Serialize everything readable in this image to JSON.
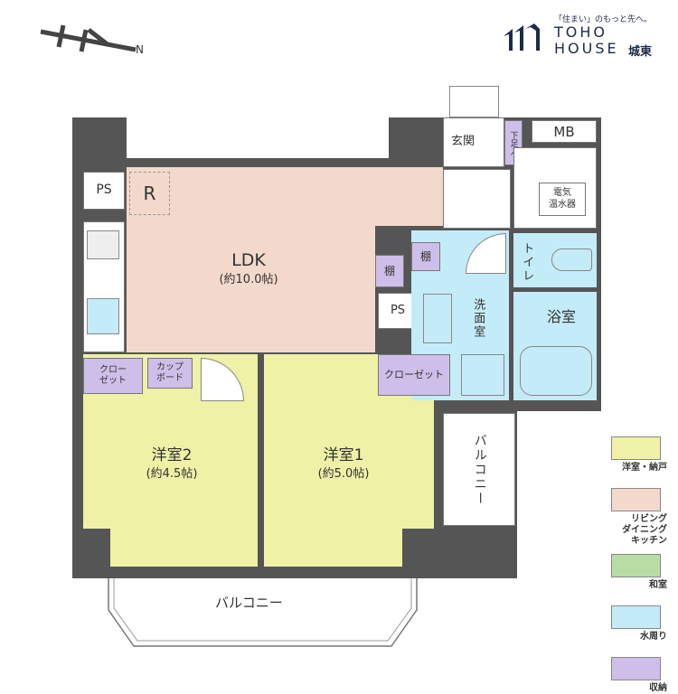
{
  "logo": {
    "tagline": "「住まい」のもっと先へ。",
    "name_line1": "TOHO",
    "name_line2": "HOUSE",
    "branch": "城東"
  },
  "compass": {
    "label": "N"
  },
  "rooms": {
    "ldk": {
      "name": "LDK",
      "size": "(約10.0帖)"
    },
    "r_mark": "R",
    "ps1": "PS",
    "ps2": "PS",
    "western2": {
      "name": "洋室2",
      "size": "(約4.5帖)"
    },
    "western1": {
      "name": "洋室1",
      "size": "(約5.0帖)"
    },
    "closet_left": "クロー\nゼット",
    "cupboard": "カップ\nボード",
    "closet_right": "クローゼット",
    "shelf1": "棚",
    "shelf2": "棚",
    "entrance": "玄関",
    "shoe_box": "下足入",
    "mb": "MB",
    "water_heater": "電気\n温水器",
    "toilet": "トイレ",
    "washroom": "洗面室",
    "bathroom": "浴室",
    "balcony_bottom": "バルコニー",
    "balcony_right": "バルコニー"
  },
  "legend": [
    {
      "label": "洋室・納戸",
      "color": "#eef1a6"
    },
    {
      "label": "リビング\nダイニング\nキッチン",
      "color": "#f3d9cc"
    },
    {
      "label": "和室",
      "color": "#b9dca4"
    },
    {
      "label": "水周り",
      "color": "#c4ebf8"
    },
    {
      "label": "収納",
      "color": "#cdbfe9"
    }
  ]
}
